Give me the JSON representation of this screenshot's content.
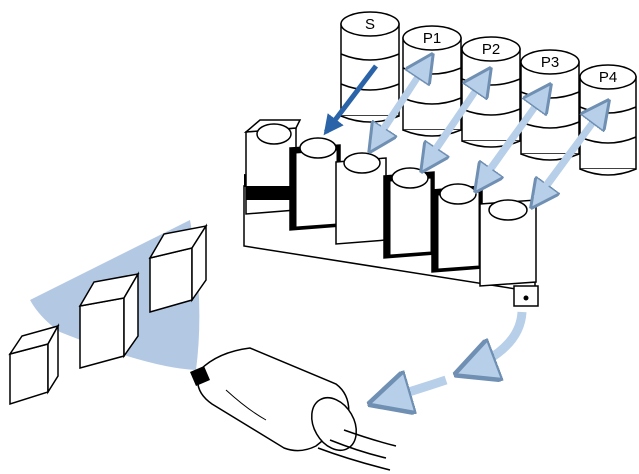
{
  "drums": [
    {
      "label": "S"
    },
    {
      "label": "P1"
    },
    {
      "label": "P2"
    },
    {
      "label": "P3"
    },
    {
      "label": "P4"
    }
  ],
  "colors": {
    "outline": "#000000",
    "fill": "#ffffff",
    "arrow_light": "#b7cfe8",
    "arrow_light_edge": "#6f8fb3",
    "arrow_dark": "#2a63a8",
    "spray": "#b3c8e3"
  }
}
